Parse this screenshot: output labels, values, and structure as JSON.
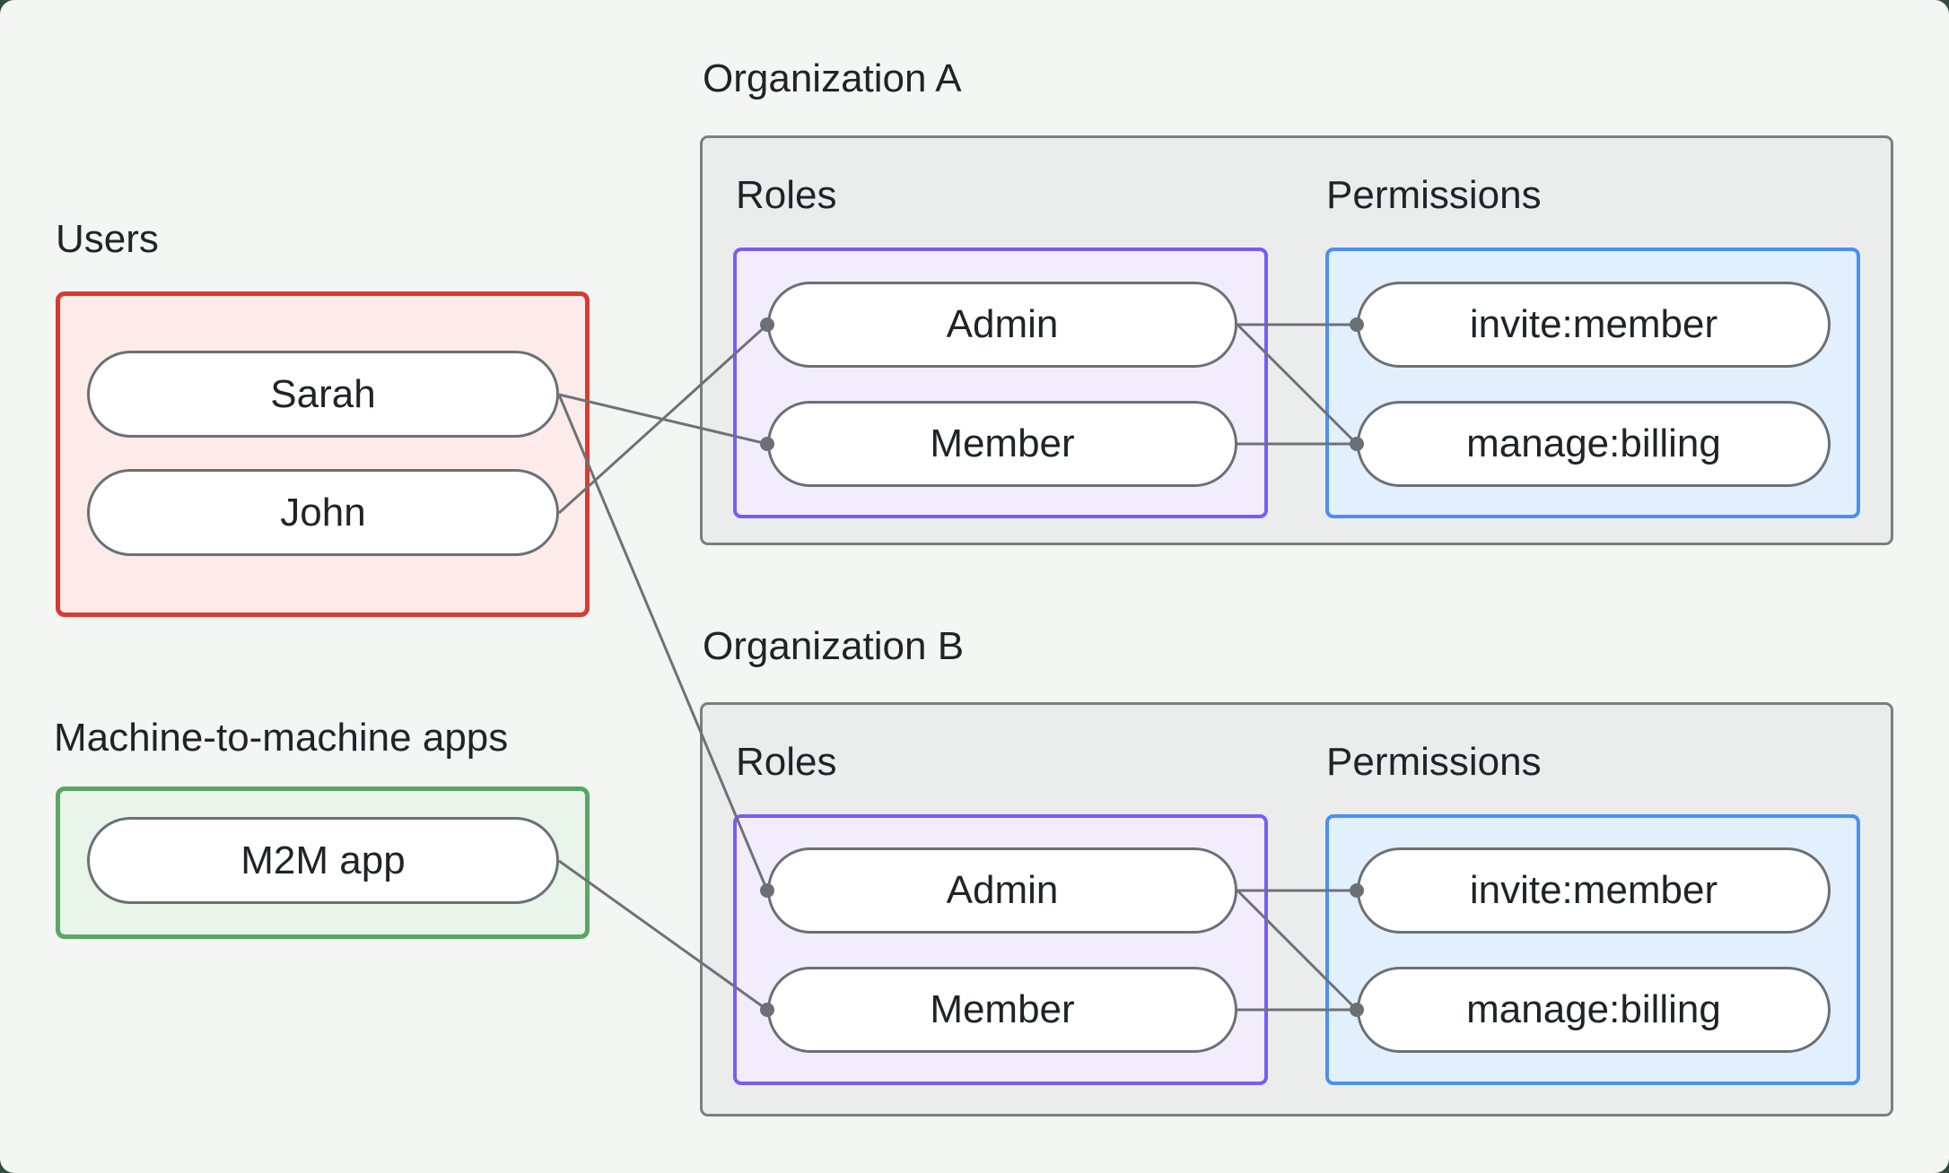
{
  "style": {
    "page_bg": "#f4f6f4",
    "frame_color": "#2f4e3e",
    "text_color": "#1f2428",
    "line_color": "#6e7276",
    "dot_color": "#6b7075",
    "pill_border": "#6b7075",
    "org_box_fill": "#ebedec",
    "org_box_border": "#7b7f80"
  },
  "diagram": {
    "users": {
      "label": "Users",
      "border": "#da3a2f",
      "fill": "#fcebe8",
      "items": [
        {
          "id": "sarah",
          "label": "Sarah"
        },
        {
          "id": "john",
          "label": "John"
        }
      ]
    },
    "m2m": {
      "label": "Machine-to-machine apps",
      "border": "#5aa763",
      "fill": "#e9f4ea",
      "items": [
        {
          "id": "m2m",
          "label": "M2M app"
        }
      ]
    },
    "organizations": [
      {
        "title": "Organization A",
        "roles_label": "Roles",
        "permissions_label": "Permissions",
        "roles_border": "#7a5bf7",
        "roles_fill": "#f2edfd",
        "permissions_border": "#4b8ff2",
        "permissions_fill": "#e2effd",
        "roles": [
          {
            "id": "admin_a",
            "label": "Admin"
          },
          {
            "id": "member_a",
            "label": "Member"
          }
        ],
        "permissions": [
          {
            "id": "invite_a",
            "label": "invite:member"
          },
          {
            "id": "manage_a",
            "label": "manage:billing"
          }
        ]
      },
      {
        "title": "Organization B",
        "roles_label": "Roles",
        "permissions_label": "Permissions",
        "roles_border": "#7a5bf7",
        "roles_fill": "#f2edfd",
        "permissions_border": "#4b8ff2",
        "permissions_fill": "#e2effd",
        "roles": [
          {
            "id": "admin_b",
            "label": "Admin"
          },
          {
            "id": "member_b",
            "label": "Member"
          }
        ],
        "permissions": [
          {
            "id": "invite_b",
            "label": "invite:member"
          },
          {
            "id": "manage_b",
            "label": "manage:billing"
          }
        ]
      }
    ],
    "edges": [
      {
        "from": "sarah",
        "to": "member_a"
      },
      {
        "from": "john",
        "to": "admin_a"
      },
      {
        "from": "sarah",
        "to": "admin_b"
      },
      {
        "from": "m2m",
        "to": "member_b"
      },
      {
        "from": "admin_a",
        "to": "invite_a"
      },
      {
        "from": "admin_a",
        "to": "manage_a"
      },
      {
        "from": "member_a",
        "to": "manage_a"
      },
      {
        "from": "admin_b",
        "to": "invite_b"
      },
      {
        "from": "admin_b",
        "to": "manage_b"
      },
      {
        "from": "member_b",
        "to": "manage_b"
      }
    ]
  }
}
